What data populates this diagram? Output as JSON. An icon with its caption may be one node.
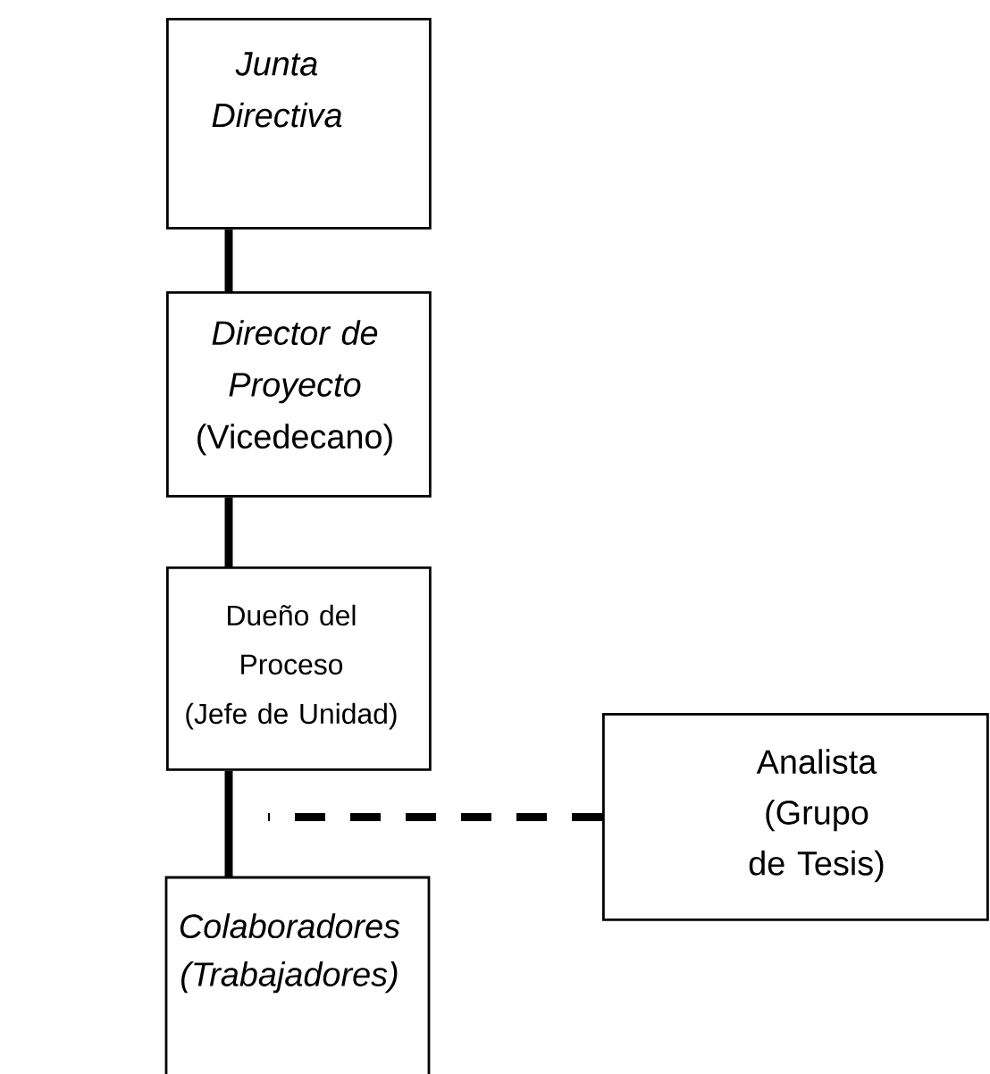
{
  "diagram": {
    "nodes": [
      {
        "text": [
          "*Junta Directiva*"
        ]
      },
      {
        "text": [
          "*Director de Proyecto*",
          "(Vicedecano)"
        ]
      },
      {
        "text": [
          "Dueño del Proceso",
          "(Jefe de Unidad)"
        ]
      },
      {
        "text": [
          "*Colaboradores (Trabajadores)*"
        ]
      },
      {
        "text": [
          "Analista (Grupo de Tesis)"
        ]
      }
    ],
    "edges": [
      {
        "from": 0,
        "to": 1,
        "arrow": "none"
      },
      {
        "from": 1,
        "to": 2,
        "arrow": "none"
      },
      {
        "from": 2,
        "to": 3,
        "arrow": "none"
      },
      {
        "from": 4,
        "to": 2,
        "arrow": "none",
        "style": "dashed"
      }
    ]
  }
}
